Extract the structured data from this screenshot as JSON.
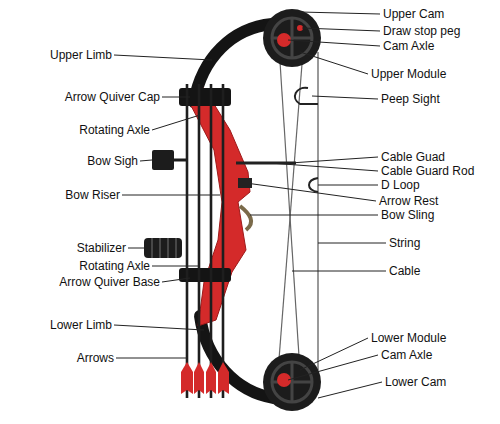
{
  "diagram": {
    "labels": [
      "Upper Cam",
      "Draw stop peg",
      "Cam Axle",
      "Upper Limb",
      "Upper Module",
      "Arrow Quiver Cap",
      "Peep Sight",
      "Rotating Axle",
      "Cable Guad",
      "Bow Sigh",
      "Cable Guard Rod",
      "D Loop",
      "Bow Riser",
      "Arrow Rest",
      "Bow Sling",
      "String",
      "Stabilizer",
      "Rotating Axle",
      "Cable",
      "Arrow Quiver Base",
      "Lower Limb",
      "Lower Module",
      "Cam Axle",
      "Arrows",
      "Lower Cam"
    ]
  }
}
